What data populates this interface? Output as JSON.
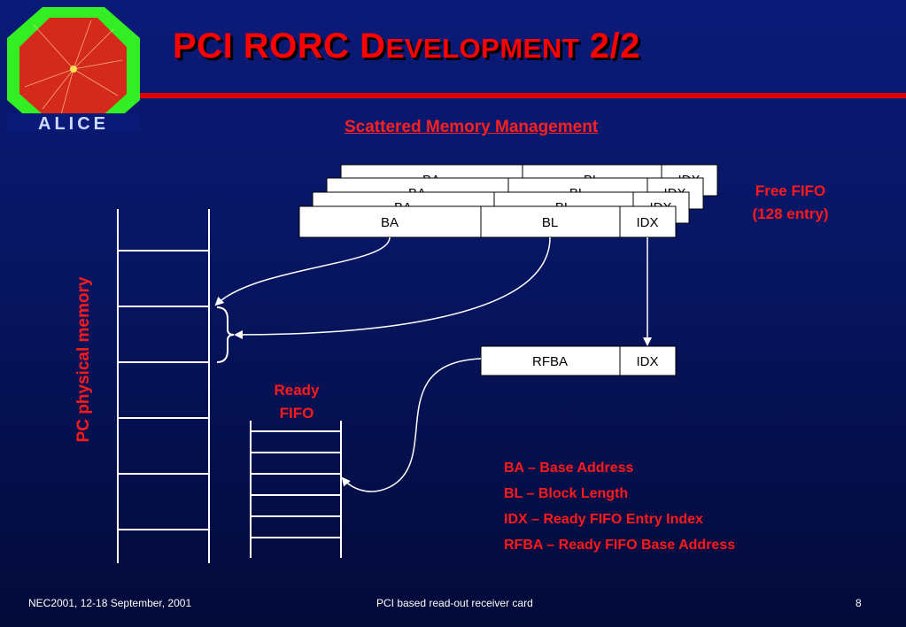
{
  "logo": {
    "text": "ALICE"
  },
  "title": {
    "part1": "PCI RORC D",
    "part2": "EVELOPMENT",
    "part3": " 2/2"
  },
  "subtitle": "Scattered Memory Management",
  "free_fifo": {
    "line1": "Free FIFO",
    "line2": "(128 entry)",
    "cells": {
      "ba": "BA",
      "bl": "BL",
      "idx": "IDX"
    }
  },
  "ready_entry": {
    "rfba": "RFBA",
    "idx": "IDX"
  },
  "ready_fifo": {
    "line1": "Ready",
    "line2": "FIFO"
  },
  "pc_memory_label": "PC physical memory",
  "legend": [
    "BA – Base Address",
    "BL – Block Length",
    "IDX – Ready FIFO Entry Index",
    "RFBA – Ready FIFO Base Address"
  ],
  "footer": {
    "left": "NEC2001, 12-18 September, 2001",
    "center": "PCI based read-out receiver card",
    "page": "8"
  },
  "colors": {
    "accent_red": "#ff0000",
    "logo_green": "#33ee22",
    "background": "#0a1a78"
  }
}
